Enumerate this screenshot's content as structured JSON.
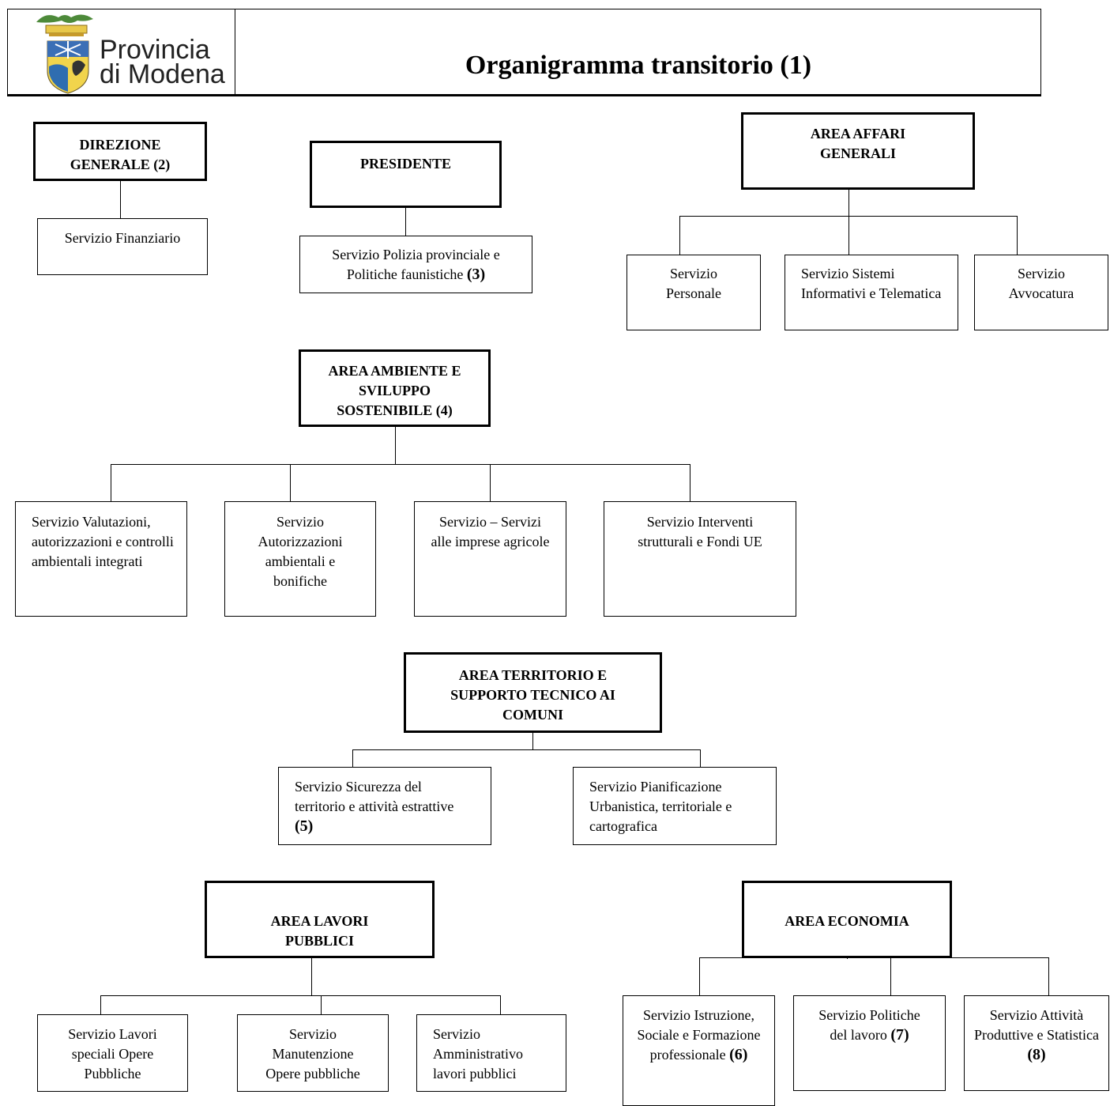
{
  "header": {
    "logo_text_line1": "Provincia",
    "logo_text_line2": "di Modena",
    "title": "Organigramma transitorio (1)"
  },
  "direzione_generale": {
    "title": "DIREZIONE GENERALE",
    "note": "(2)",
    "children": [
      "Servizio Finanziario"
    ]
  },
  "presidente": {
    "title": "PRESIDENTE",
    "child_text": "Servizio Polizia provinciale e Politiche faunistiche",
    "child_note": "(3)"
  },
  "area_affari_generali": {
    "title": "AREA AFFARI GENERALI",
    "children": [
      "Servizio Personale",
      "Servizio Sistemi Informativi e Telematica",
      "Servizio Avvocatura"
    ]
  },
  "area_ambiente": {
    "title": "AREA AMBIENTE E SVILUPPO SOSTENIBILE",
    "note": "(4)",
    "children": [
      "Servizio Valutazioni, autorizzazioni e controlli ambientali integrati",
      "Servizio Autorizzazioni ambientali e bonifiche",
      "Servizio – Servizi alle imprese agricole",
      "Servizio Interventi strutturali e Fondi UE"
    ]
  },
  "area_territorio": {
    "title": "AREA TERRITORIO E SUPPORTO TECNICO AI COMUNI",
    "child1_text": "Servizio Sicurezza del territorio e attività estrattive",
    "child1_note": "(5)",
    "child2_text": "Servizio Pianificazione Urbanistica, territoriale e cartografica"
  },
  "area_lavori_pubblici": {
    "title": "AREA LAVORI PUBBLICI",
    "children": [
      "Servizio Lavori speciali Opere Pubbliche",
      "Servizio Manutenzione Opere pubbliche",
      "Servizio Amministrativo lavori pubblici"
    ]
  },
  "area_economia": {
    "title": "AREA ECONOMIA",
    "child1_text": "Servizio Istruzione, Sociale e Formazione professionale",
    "child1_note": "(6)",
    "child2_text": "Servizio Politiche del lavoro",
    "child2_note": "(7)",
    "child3_text": "Servizio Attività Produttive e Statistica",
    "child3_note": "(8)"
  }
}
